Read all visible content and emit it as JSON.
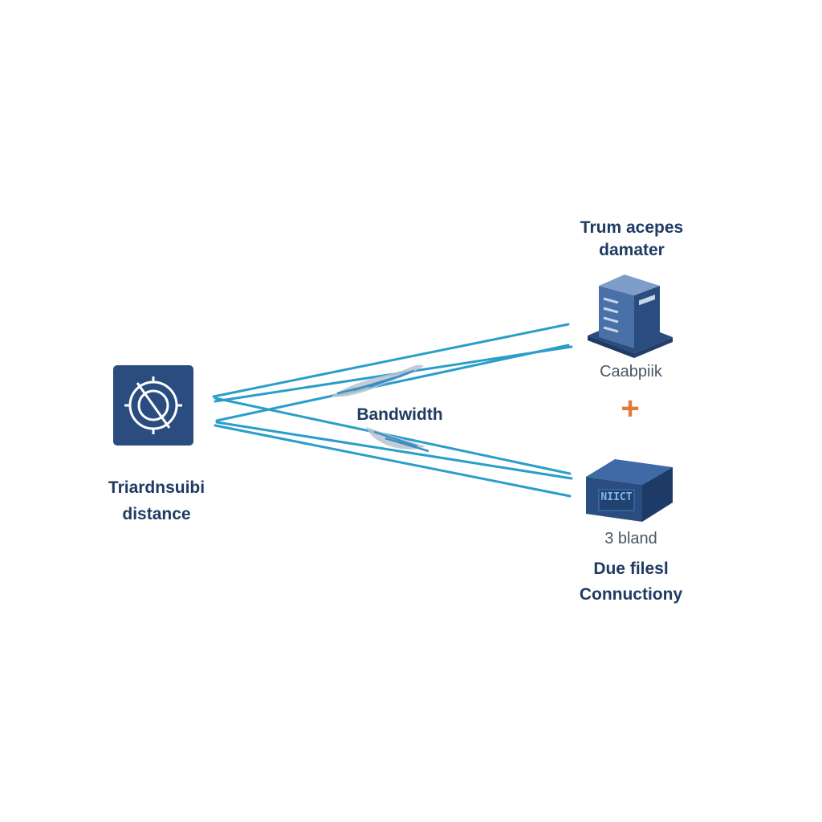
{
  "source": {
    "icon": "target-crossed-icon",
    "label_line1": "Triardnsuibi",
    "label_line2": "distance"
  },
  "link": {
    "label": "Bandwidth",
    "color": "#2a9ec9"
  },
  "top_node": {
    "title_line1": "Trum acepes",
    "title_line2": "damater",
    "icon": "server-building-icon",
    "caption": "Caabpiik"
  },
  "operator": {
    "symbol": "+",
    "color": "#e07b39"
  },
  "bottom_node": {
    "icon": "device-box-icon",
    "device_text": "NIICT",
    "caption": "3 bland",
    "title_line1": "Due filesl",
    "title_line2": "Connuctiony"
  },
  "colors": {
    "navy": "#2b4c7e",
    "text": "#1f3b63",
    "line": "#2a9ec9"
  }
}
